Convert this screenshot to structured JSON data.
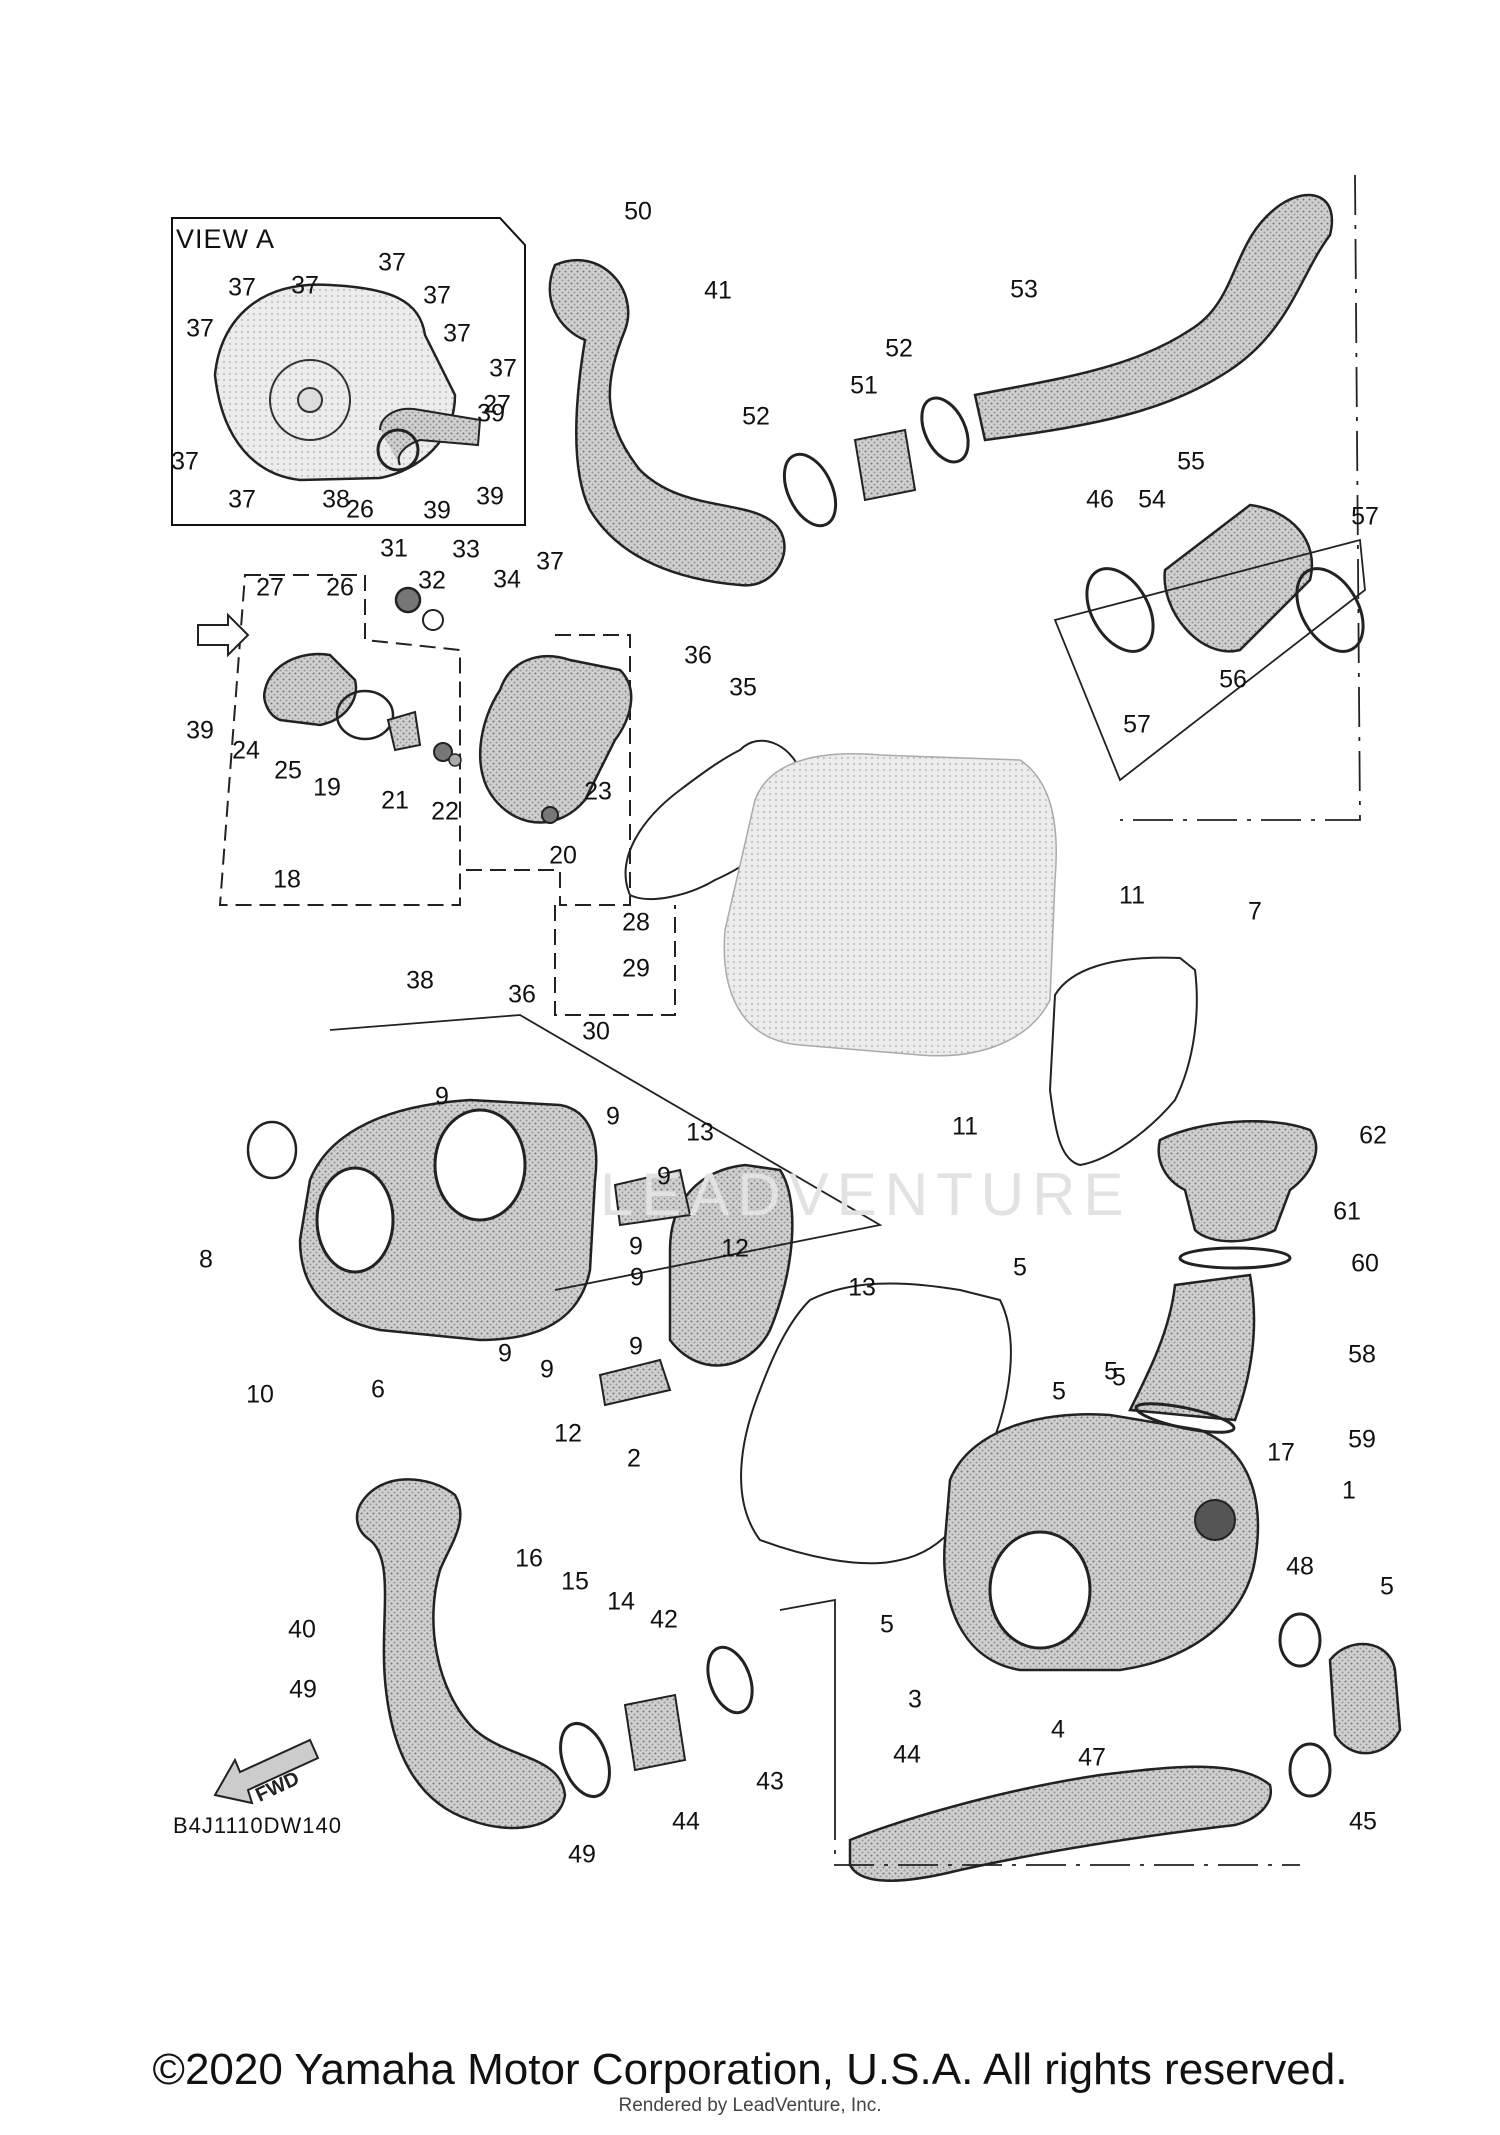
{
  "diagram": {
    "view_title": "VIEW A",
    "diagram_code": "B4J1110DW140",
    "fwd_label": "FWD",
    "copyright": "©2020 Yamaha Motor Corporation, U.S.A. All rights reserved.",
    "rendered_by": "Rendered by LeadVenture, Inc.",
    "watermark": "LEADVENTURE",
    "callouts": [
      "50",
      "41",
      "53",
      "52",
      "51",
      "52",
      "55",
      "46",
      "54",
      "57",
      "56",
      "57",
      "37",
      "37",
      "37",
      "37",
      "37",
      "37",
      "37",
      "27",
      "39",
      "37",
      "37",
      "38",
      "26",
      "39",
      "39",
      "27",
      "26",
      "31",
      "32",
      "33",
      "34",
      "37",
      "36",
      "35",
      "39",
      "24",
      "25",
      "19",
      "21",
      "22",
      "23",
      "20",
      "18",
      "28",
      "29",
      "38",
      "36",
      "30",
      "11",
      "7",
      "11",
      "62",
      "61",
      "60",
      "58",
      "59",
      "9",
      "9",
      "9",
      "13",
      "12",
      "8",
      "9",
      "9",
      "13",
      "9",
      "9",
      "9",
      "6",
      "10",
      "12",
      "2",
      "5",
      "5",
      "5",
      "1",
      "17",
      "16",
      "15",
      "14",
      "42",
      "40",
      "49",
      "48",
      "5",
      "5",
      "5",
      "3",
      "4",
      "47",
      "44",
      "43",
      "44",
      "49",
      "45"
    ]
  }
}
